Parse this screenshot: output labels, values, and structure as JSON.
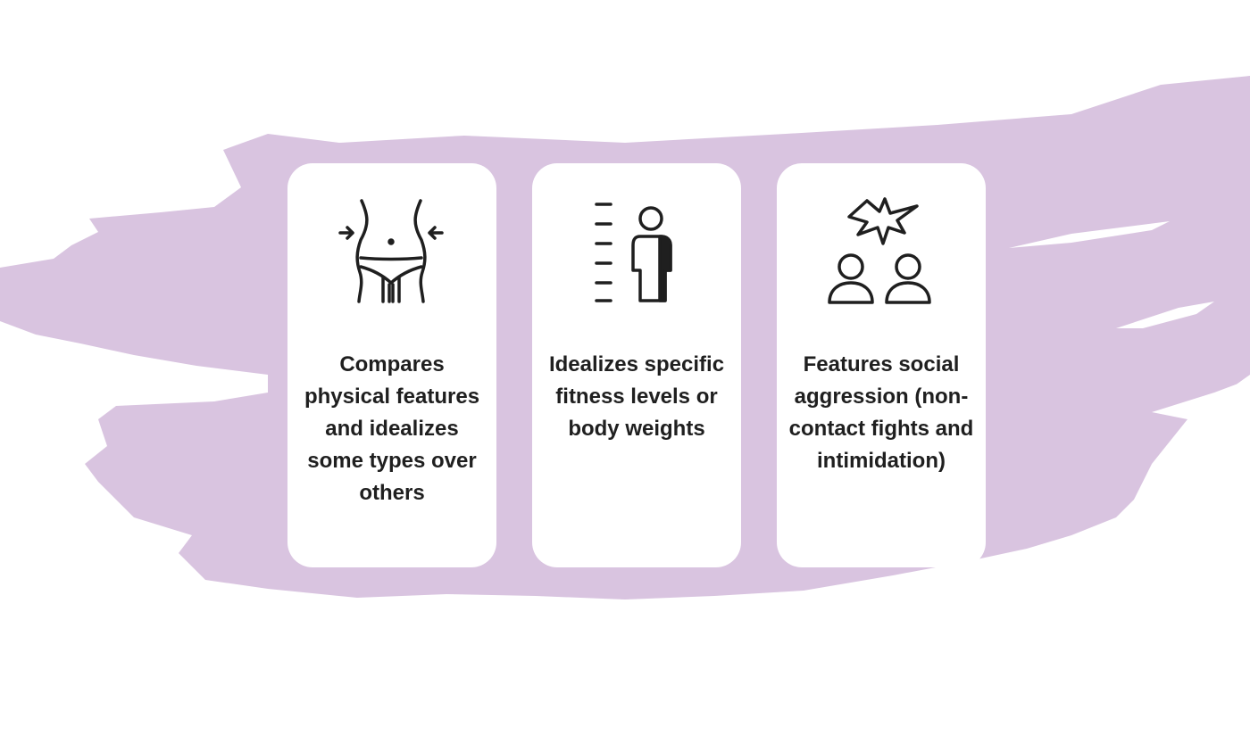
{
  "background": {
    "brush_color": "#d9c4e0",
    "page_color": "#ffffff"
  },
  "cards": [
    {
      "icon": "waist-measure-icon",
      "text": "Compares physical features and idealizes some types over others"
    },
    {
      "icon": "height-scale-person-icon",
      "text": "Idealizes specific fitness levels or body weights"
    },
    {
      "icon": "conflict-people-icon",
      "text": "Features social aggression (non-contact fights and intimidation)"
    }
  ]
}
